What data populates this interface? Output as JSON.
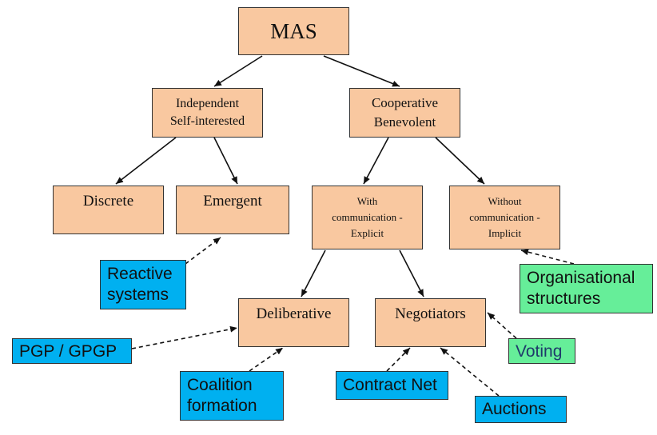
{
  "nodes": {
    "mas": "MAS",
    "independent": "Independent\nSelf-interested",
    "cooperative": "Cooperative\nBenevolent",
    "discrete": "Discrete",
    "emergent": "Emergent",
    "with_comm": "With\ncommunication -\nExplicit",
    "without_comm": "Without\ncommunication -\nImplicit",
    "deliberative": "Deliberative",
    "negotiators": "Negotiators"
  },
  "techniques": {
    "reactive": "Reactive\nsystems",
    "organisational": "Organisational\nstructures",
    "pgp": "PGP / GPGP",
    "voting": "Voting",
    "coalition": "Coalition\nformation",
    "contract_net": "Contract Net",
    "auctions": "Auctions"
  },
  "colors": {
    "category_fill": "#f9c8a0",
    "technique_fill_blue": "#00b0f0",
    "technique_fill_green": "#66ee99",
    "voting_text": "#1f3a6b"
  }
}
